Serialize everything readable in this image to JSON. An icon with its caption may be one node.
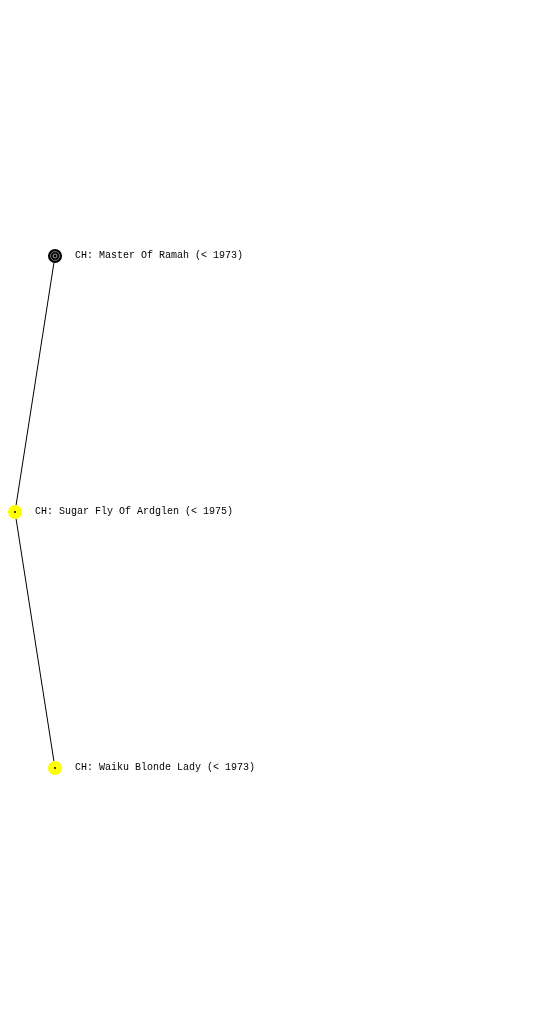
{
  "diagram": {
    "nodes": [
      {
        "text": [],
        "shape": "circle",
        "beside": [
          "CH: Master Of Ramah (< 1973)"
        ]
      },
      {
        "text": [],
        "shape": "circle",
        "beside": [
          "CH: Sugar Fly Of Ardglen (< 1975)"
        ]
      },
      {
        "text": [],
        "shape": "circle",
        "beside": [
          "CH: Waiku Blonde Lady (< 1973)"
        ]
      }
    ],
    "edges": [
      {
        "from": 0,
        "to": 1,
        "arrow": "none"
      },
      {
        "from": 1,
        "to": 2,
        "arrow": "none"
      }
    ]
  }
}
